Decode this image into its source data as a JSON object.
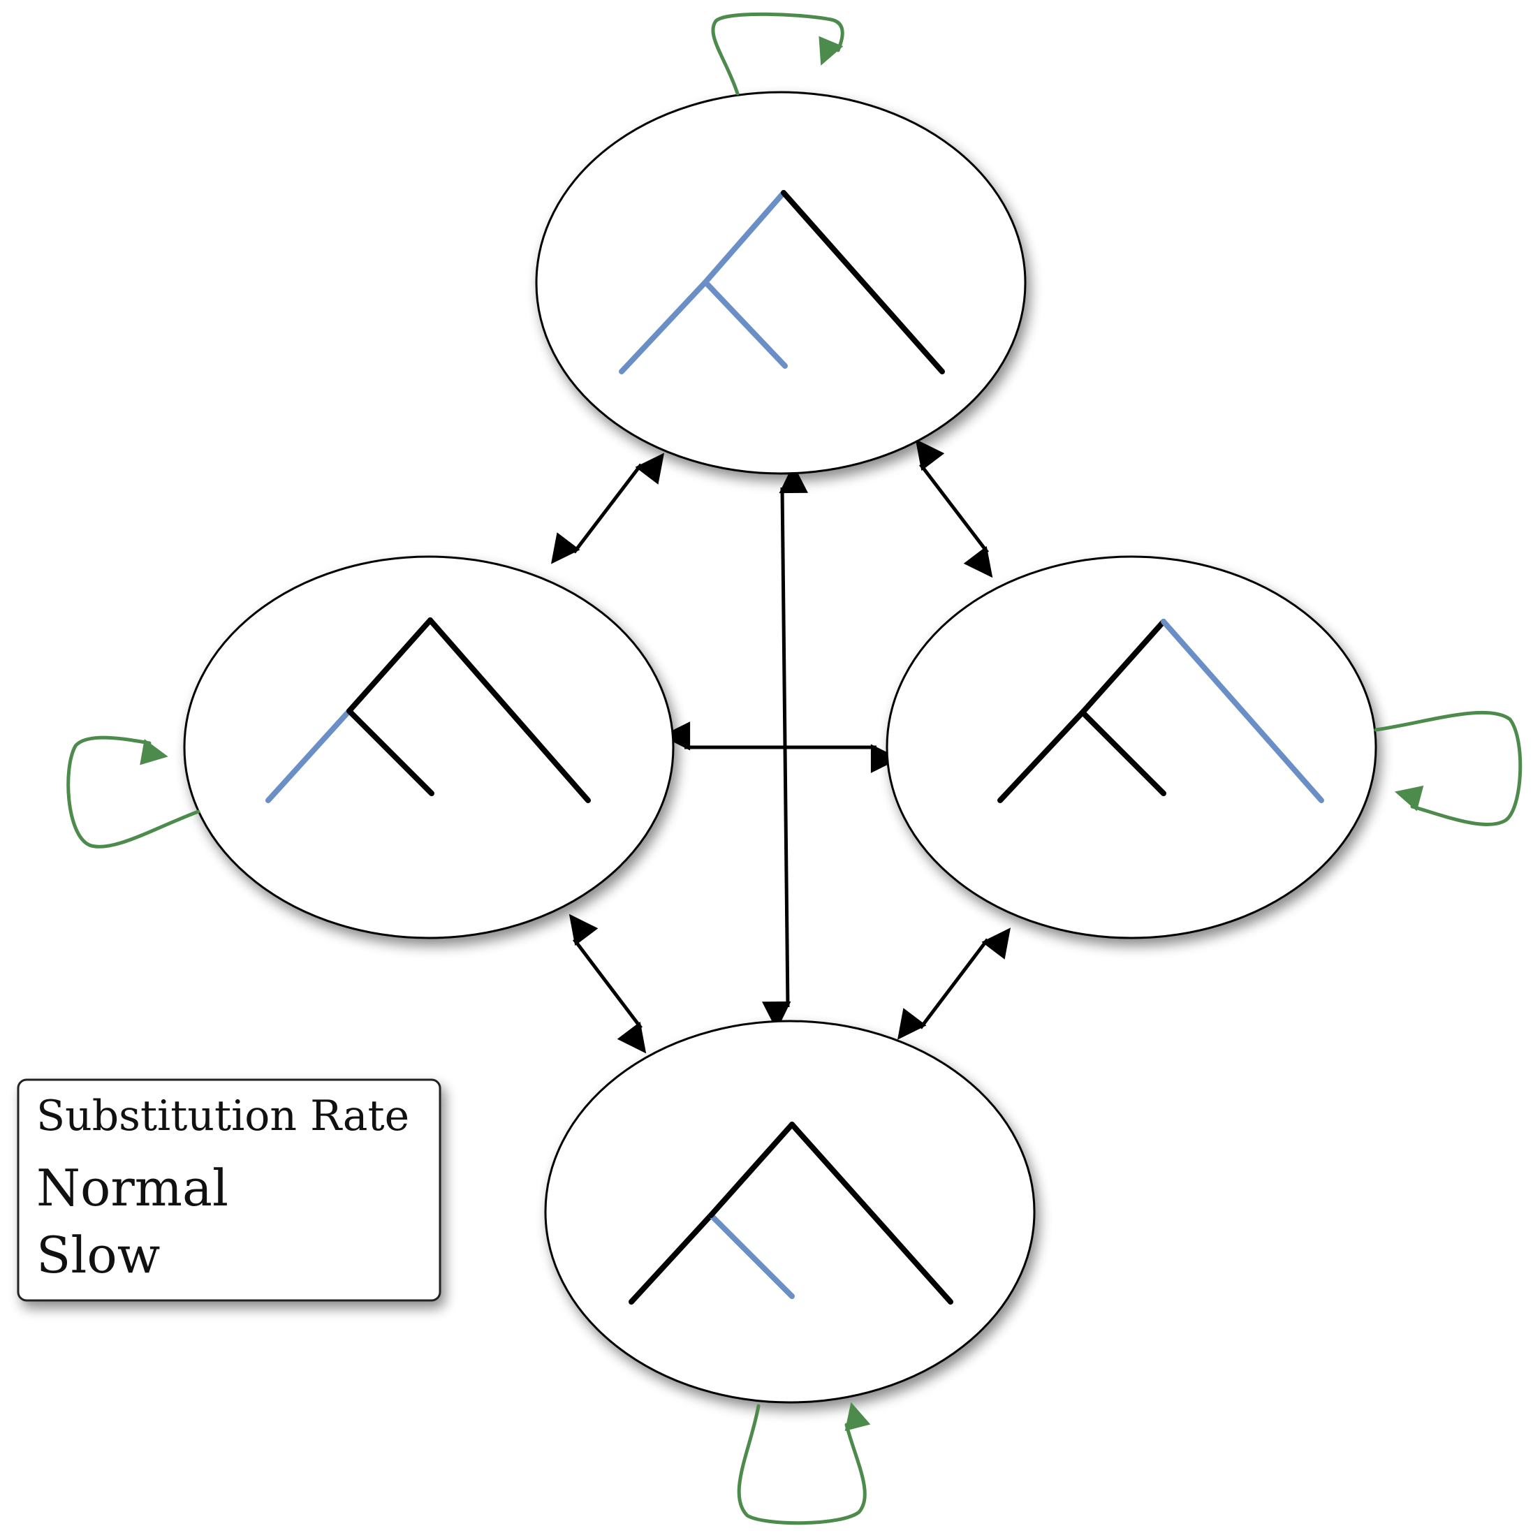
{
  "colors": {
    "normal": "#000000",
    "slow": "#6a8fc6",
    "self_loop": "#4d8b4d",
    "node_fill": "#ffffff",
    "node_stroke": "#000000",
    "legend_stroke": "#222222"
  },
  "legend": {
    "title": "Substitution Rate",
    "items": [
      {
        "label": "Normal",
        "color": "#000000"
      },
      {
        "label": "Slow",
        "color": "#6a8fc6"
      }
    ]
  },
  "nodes": [
    {
      "id": "top",
      "branch_colors": [
        "slow",
        "slow",
        "slow",
        "normal"
      ]
    },
    {
      "id": "left",
      "branch_colors": [
        "slow",
        "normal",
        "normal",
        "normal"
      ]
    },
    {
      "id": "right",
      "branch_colors": [
        "normal",
        "normal",
        "normal",
        "slow"
      ]
    },
    {
      "id": "bottom",
      "branch_colors": [
        "normal",
        "slow",
        "normal",
        "normal"
      ]
    }
  ],
  "transitions": [
    {
      "from": "top",
      "to": "left",
      "directed": "both"
    },
    {
      "from": "top",
      "to": "right",
      "directed": "both"
    },
    {
      "from": "top",
      "to": "bottom",
      "directed": "both"
    },
    {
      "from": "left",
      "to": "right",
      "directed": "both"
    },
    {
      "from": "left",
      "to": "bottom",
      "directed": "both"
    },
    {
      "from": "right",
      "to": "bottom",
      "directed": "both"
    },
    {
      "from": "top",
      "to": "top",
      "directed": "self"
    },
    {
      "from": "left",
      "to": "left",
      "directed": "self"
    },
    {
      "from": "right",
      "to": "right",
      "directed": "self"
    },
    {
      "from": "bottom",
      "to": "bottom",
      "directed": "self"
    }
  ]
}
